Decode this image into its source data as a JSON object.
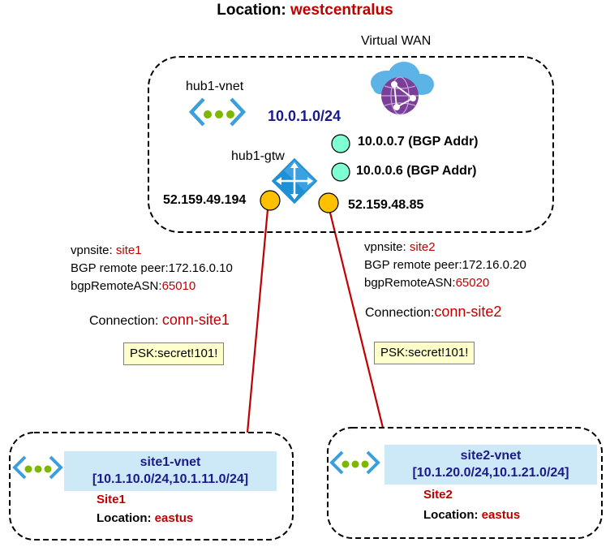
{
  "title": {
    "label": "Location:",
    "value": "westcentralus"
  },
  "virtual_wan": {
    "label": "Virtual WAN",
    "icon": "virtual-wan-cloud-icon",
    "hub_vnet": {
      "name": "hub1-vnet",
      "prefix": "10.0.1.0/24",
      "icon": "vnet-icon"
    },
    "gateway": {
      "name": "hub1-gtw",
      "icon": "vpn-gateway-icon",
      "bgp_addresses": [
        "10.0.0.7 (BGP Addr)",
        "10.0.0.6 (BGP Addr)"
      ],
      "public_ips": [
        "52.159.49.194",
        "52.159.48.85"
      ]
    }
  },
  "sites": [
    {
      "vpnsite_label": "vpnsite:",
      "vpnsite_value": "site1",
      "bgp_peer": "BGP remote peer:172.16.0.10",
      "asn_label": "bgpRemoteASN:",
      "asn_value": "65010",
      "connection_label": "Connection:",
      "connection_value": "conn-site1",
      "psk": "PSK:secret!101!",
      "vnet_name": "site1-vnet",
      "vnet_prefixes": "[10.1.10.0/24,10.1.11.0/24]",
      "site_name": "Site1",
      "location_label": "Location:",
      "location_value": "eastus"
    },
    {
      "vpnsite_label": "vpnsite:",
      "vpnsite_value": "site2",
      "bgp_peer": "BGP remote peer:172.16.0.20",
      "asn_label": "bgpRemoteASN:",
      "asn_value": "65020",
      "connection_label": "Connection:",
      "connection_value": "conn-site2",
      "psk": "PSK:secret!101!",
      "vnet_name": "site2-vnet",
      "vnet_prefixes": "[10.1.20.0/24,10.1.21.0/24]",
      "site_name": "Site2",
      "location_label": "Location:",
      "location_value": "eastus"
    }
  ],
  "colors": {
    "accent_red": "#c00000",
    "navy_text": "#1a1a8c",
    "link_line": "#c00000",
    "public_ip_dot": "#ffc000",
    "bgp_dot": "#7fffd4",
    "vnet_label_bg": "#cde8f7",
    "psk_bg": "#ffffcc"
  }
}
